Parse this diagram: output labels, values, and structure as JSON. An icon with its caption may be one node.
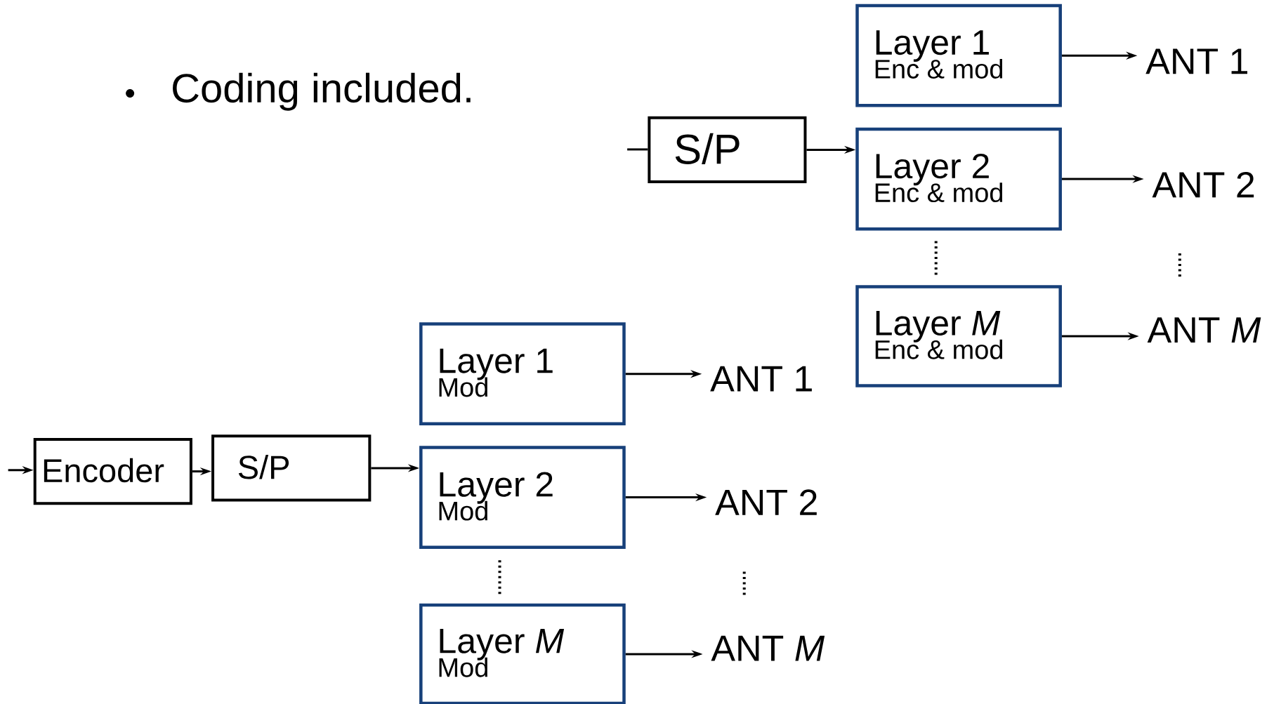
{
  "diagram": {
    "nodes": [
      {
        "text": [
          "S/P"
        ]
      },
      {
        "text": [
          "Layer 1",
          "Enc & mod"
        ]
      },
      {
        "text": [
          "Layer 2",
          "Enc & mod"
        ]
      },
      {
        "text": [
          "Layer *M*",
          "Enc & mod"
        ]
      },
      {
        "text": [
          "ANT 1"
        ]
      },
      {
        "text": [
          "ANT 2"
        ]
      },
      {
        "text": [
          "ANT *M*"
        ]
      },
      {
        "text": [
          "Encoder"
        ]
      },
      {
        "text": [
          "S/P"
        ]
      },
      {
        "text": [
          "Layer 1",
          "Mod"
        ]
      },
      {
        "text": [
          "Layer 2",
          "Mod"
        ]
      },
      {
        "text": [
          "Layer *M*",
          "Mod"
        ]
      },
      {
        "text": [
          "ANT 1"
        ]
      },
      {
        "text": [
          "ANT 2"
        ]
      },
      {
        "text": [
          "ANT *M*"
        ]
      }
    ],
    "edges": [
      {
        "from": null,
        "to": 0,
        "arrow": "none"
      },
      {
        "from": 0,
        "to": 2,
        "arrow": "to"
      },
      {
        "from": 1,
        "to": 4,
        "arrow": "to"
      },
      {
        "from": 2,
        "to": 5,
        "arrow": "to"
      },
      {
        "from": 3,
        "to": 6,
        "arrow": "to"
      },
      {
        "from": null,
        "to": 7,
        "arrow": "to"
      },
      {
        "from": 7,
        "to": 8,
        "arrow": "to"
      },
      {
        "from": 8,
        "to": 10,
        "arrow": "to"
      },
      {
        "from": 9,
        "to": 12,
        "arrow": "to"
      },
      {
        "from": 10,
        "to": 13,
        "arrow": "to"
      },
      {
        "from": 11,
        "to": 14,
        "arrow": "to"
      }
    ],
    "labels": [
      "Coding included."
    ]
  }
}
